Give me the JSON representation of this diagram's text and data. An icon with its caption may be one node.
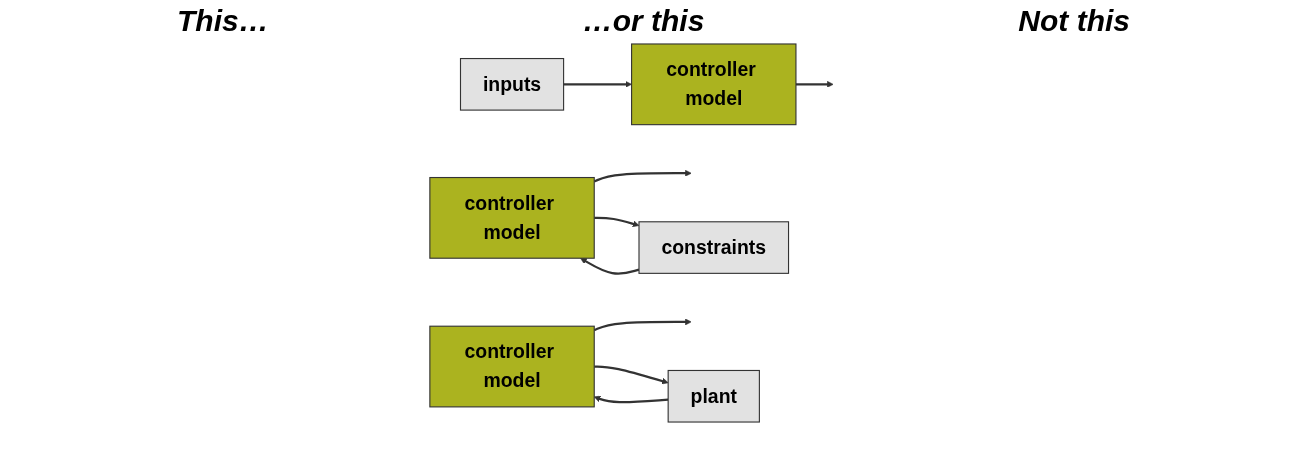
{
  "diagram": {
    "nodes": [
      {
        "text": [
          "inputs"
        ]
      },
      {
        "text": [
          "controller model"
        ]
      },
      {
        "text": [
          "controller model"
        ]
      },
      {
        "text": [
          "constraints"
        ]
      },
      {
        "text": [
          "controller model"
        ]
      },
      {
        "text": [
          "plant"
        ]
      }
    ],
    "edges": [
      {
        "from": 0,
        "to": 1,
        "arrow": "to"
      },
      {
        "from": 1,
        "to": null,
        "arrow": "to"
      },
      {
        "from": 2,
        "to": null,
        "arrow": "to"
      },
      {
        "from": 2,
        "to": 3,
        "arrow": "to"
      },
      {
        "from": 3,
        "to": 2,
        "arrow": "to"
      },
      {
        "from": 4,
        "to": null,
        "arrow": "to"
      },
      {
        "from": 4,
        "to": 5,
        "arrow": "to"
      },
      {
        "from": 5,
        "to": 4,
        "arrow": "to"
      }
    ],
    "labels": [
      "This…",
      "…or this",
      "Not this"
    ]
  }
}
